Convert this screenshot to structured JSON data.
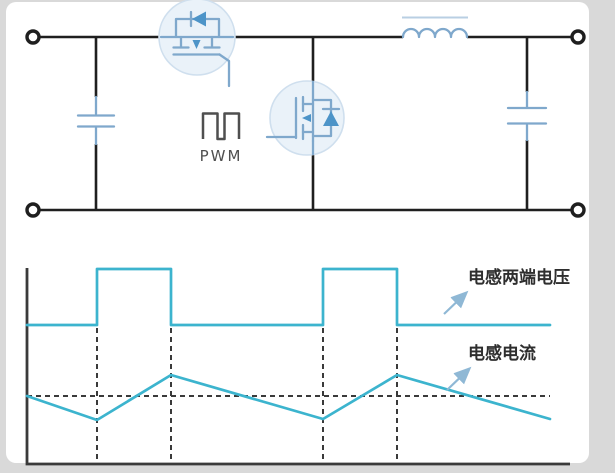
{
  "colors": {
    "page_bg": "#d9d9d9",
    "card_bg": "#ffffff",
    "wire": "#1f1f1f",
    "component_blue": "#7fa8cc",
    "component_fill": "#eaf2f9",
    "diode_fill": "#4d94c8",
    "waveform_teal": "#3cb4ce",
    "dash": "#3a3a3a",
    "label": "#2e2e2e",
    "arrow": "#8fb8d5",
    "pwm": "#4f4f4f"
  },
  "circuit": {
    "pwm_label": "PWM",
    "components": {
      "high_side_switch": "mosfet-with-body-diode",
      "low_side_switch": "mosfet-with-body-diode",
      "inductor": "inductor-coil",
      "input_capacitor": "capacitor",
      "output_capacitor": "capacitor",
      "terminals": 4
    }
  },
  "chart_data": {
    "type": "line",
    "title": "",
    "xlabel": "",
    "ylabel": "",
    "grid": false,
    "legend_position": "right-annotations",
    "axis_points": [
      [
        27,
        268
      ],
      [
        27,
        464
      ],
      [
        570,
        464
      ]
    ],
    "series": [
      {
        "name": "电感两端电压",
        "shape": "square-pulse",
        "points": [
          [
            27,
            325
          ],
          [
            97,
            325
          ],
          [
            97,
            269
          ],
          [
            171,
            269
          ],
          [
            171,
            325
          ],
          [
            323,
            325
          ],
          [
            323,
            269
          ],
          [
            397,
            269
          ],
          [
            397,
            325
          ],
          [
            550,
            325
          ]
        ]
      },
      {
        "name": "电感电流",
        "shape": "triangle-ripple",
        "points": [
          [
            27,
            396
          ],
          [
            97,
            420
          ],
          [
            171,
            375
          ],
          [
            323,
            419
          ],
          [
            397,
            375
          ],
          [
            550,
            419
          ]
        ]
      }
    ],
    "dashed_vertical_x": [
      97,
      171,
      323,
      397
    ],
    "dashed_vertical_y": [
      328,
      463
    ],
    "dashed_horizontal": {
      "y": 396,
      "x1": 27,
      "x2": 550
    },
    "annotation_arrows": [
      {
        "x1": 444,
        "y1": 314,
        "x2": 466,
        "y2": 293
      },
      {
        "x1": 447,
        "y1": 390,
        "x2": 469,
        "y2": 369
      }
    ],
    "label_positions": [
      {
        "x": 468,
        "y": 283
      },
      {
        "x": 468,
        "y": 359
      }
    ]
  }
}
